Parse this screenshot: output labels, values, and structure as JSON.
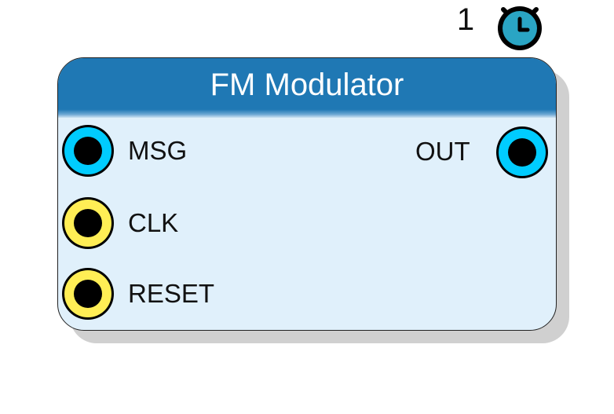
{
  "timer": {
    "count": "1",
    "icon": "stopwatch-icon",
    "color": "#2aa5c4"
  },
  "block": {
    "title": "FM Modulator",
    "header_color": "#1f78b4",
    "body_color": "#e0f0fb"
  },
  "ports": {
    "inputs": [
      {
        "label": "MSG",
        "color": "#00ccff"
      },
      {
        "label": "CLK",
        "color": "#ffee55"
      },
      {
        "label": "RESET",
        "color": "#ffee55"
      }
    ],
    "outputs": [
      {
        "label": "OUT",
        "color": "#00ccff"
      }
    ]
  }
}
